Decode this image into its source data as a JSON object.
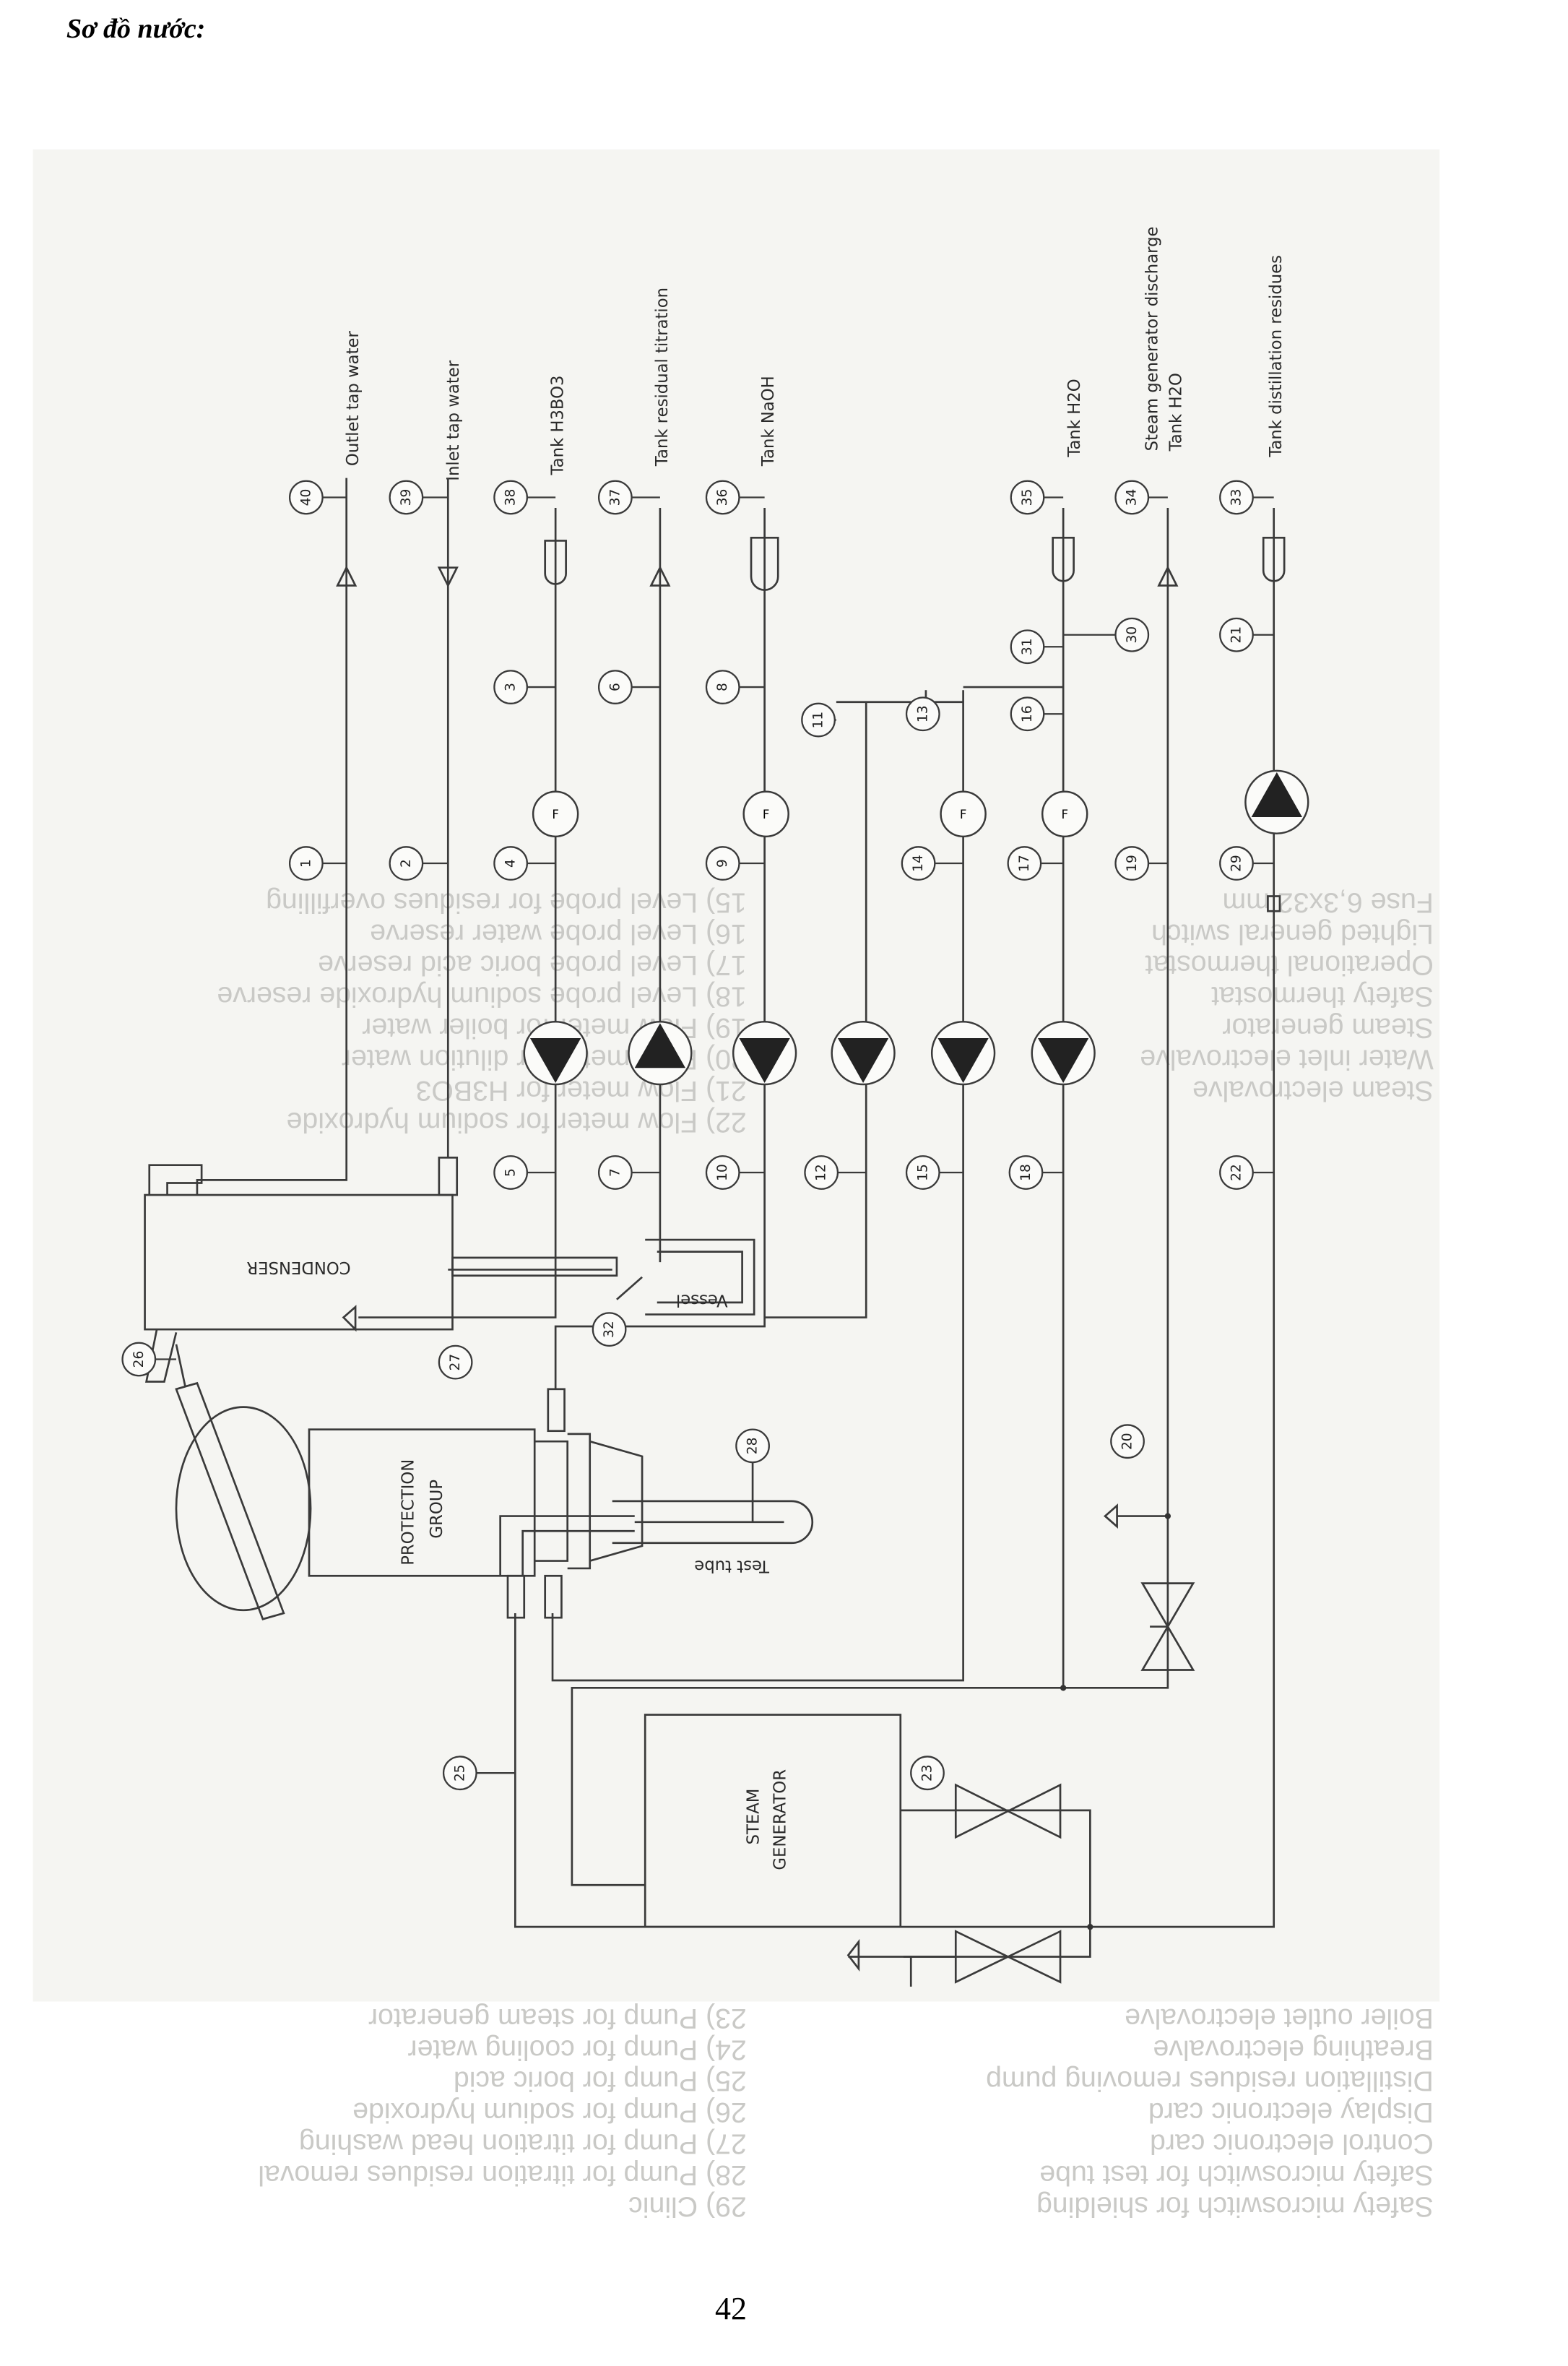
{
  "title": "Sơ đồ nước:",
  "page_number": "42",
  "diagram": {
    "tank_labels": {
      "outlet_tap_water": "Outlet tap water",
      "inlet_tap_water": "Inlet tap water",
      "tank_h3bo3": "Tank H3BO3",
      "tank_residual_titration": "Tank residual titration",
      "tank_naoh": "Tank NaOH",
      "tank_h2o": "Tank H2O",
      "steam_generator_discharge": "Steam generator discharge",
      "tank_h2o_2": "Tank H2O",
      "tank_distillation_residues": "Tank distillation residues"
    },
    "components": {
      "condenser": "CONDENSER",
      "protection_group_1": "PROTECTION",
      "protection_group_2": "GROUP",
      "test_tube": "Test tube",
      "vessel": "Vessel",
      "steam_generator_1": "STEAM",
      "steam_generator_2": "GENERATOR",
      "flowmeter_symbol": "F"
    },
    "callouts": [
      "40",
      "39",
      "38",
      "37",
      "36",
      "35",
      "34",
      "33",
      "3",
      "6",
      "8",
      "11",
      "13",
      "16",
      "31",
      "30",
      "21",
      "1",
      "2",
      "4",
      "9",
      "14",
      "17",
      "19",
      "29",
      "5",
      "7",
      "10",
      "12",
      "15",
      "18",
      "22",
      "32",
      "27",
      "26",
      "28",
      "20",
      "25",
      "23"
    ]
  },
  "bleed_through_text": {
    "left_column": [
      "15) Level probe for residues overfilling",
      "16) Level probe water reserve",
      "17) Level probe boric acid reserve",
      "18) Level probe sodium hydroxide reserve",
      "19) Flow meter for boiler water",
      "20) Flow meter for dilution water",
      "21) Flow meter for H3BO3",
      "22) Flow meter for sodium hydroxide",
      "23) Pump for steam generator",
      "24) Pump for cooling water",
      "25) Pump for boric acid",
      "26) Pump for sodium hydroxide",
      "27) Pump for titration head washing",
      "28) Pump for titration residues removal",
      "29) Clinic"
    ],
    "right_column": [
      "Fuse 6,3x32 mm",
      "Lighted general switch",
      "Operational thermostat",
      "Safety thermostat",
      "Steam generator",
      "Water inlet electrovalve",
      "Steam electrovalve",
      "Boiler outlet electrovalve",
      "Breathing electrovalve",
      "Distillation residues removing pump",
      "Display electronic card",
      "Control electronic card",
      "Safety microswitch for test tube",
      "Safety microswitch for shielding"
    ]
  }
}
